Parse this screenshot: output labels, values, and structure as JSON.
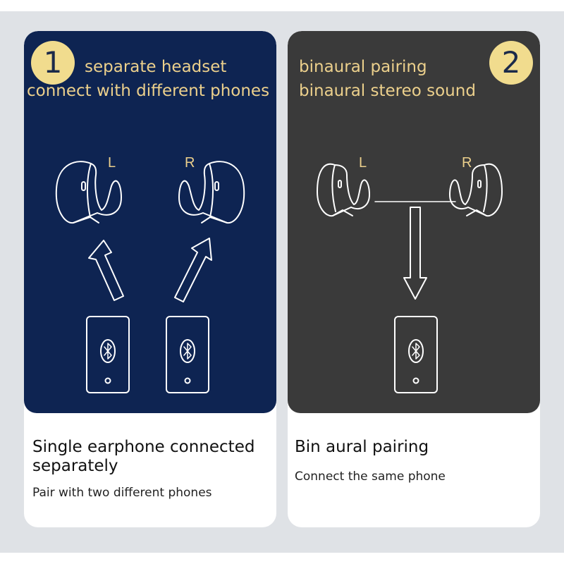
{
  "left_card": {
    "badge": "1",
    "headline_1": "separate headset",
    "headline_2": "connect with different phones",
    "label_left": "L",
    "label_right": "R",
    "title": "Single earphone connected separately",
    "subtitle": "Pair with two different phones",
    "panel_color": "#0e2452"
  },
  "right_card": {
    "badge": "2",
    "headline_1": "binaural pairing",
    "headline_2": "binaural stereo sound",
    "label_left": "L",
    "label_right": "R",
    "title": "Bin aural pairing",
    "subtitle": "Connect the same phone",
    "panel_color": "#3a3a3a"
  },
  "icons": [
    "left-earbud-icon",
    "right-earbud-icon",
    "arrow-icon",
    "phone-icon",
    "bluetooth-icon"
  ],
  "accent_color": "#ecd08c",
  "badge_color": "#f1dc8e"
}
